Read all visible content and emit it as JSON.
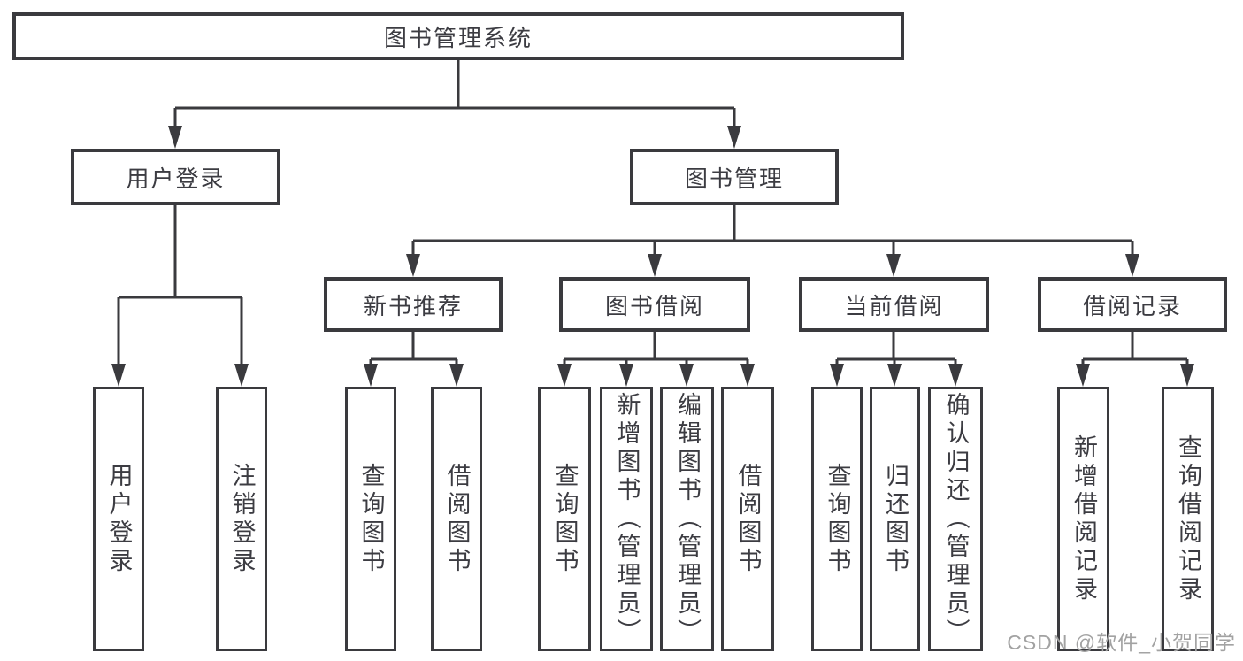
{
  "title": "图书管理系统",
  "level2": {
    "user_login": "用户登录",
    "book_management": "图书管理"
  },
  "level3": {
    "new_book_recommendation": "新书推荐",
    "book_borrowing": "图书借阅",
    "current_borrowing": "当前借阅",
    "borrowing_records": "借阅记录"
  },
  "leaves": {
    "user_login": [
      "用户登录",
      "注销登录"
    ],
    "new_book_recommendation": [
      "查询图书",
      "借阅图书"
    ],
    "book_borrowing": [
      "查询图书",
      "新增图书（管理员）",
      "编辑图书（管理员）",
      "借阅图书"
    ],
    "current_borrowing": [
      "查询图书",
      "归还图书",
      "确认归还（管理员）"
    ],
    "borrowing_records": [
      "新增借阅记录",
      "查询借阅记录"
    ]
  },
  "watermark": "CSDN @软件_小贺同学",
  "colors": {
    "line": "#3a3a3e",
    "border": "#3a3a3e",
    "text": "#3c3c42",
    "background": "#ffffff",
    "watermark": "#a2a2a2"
  }
}
